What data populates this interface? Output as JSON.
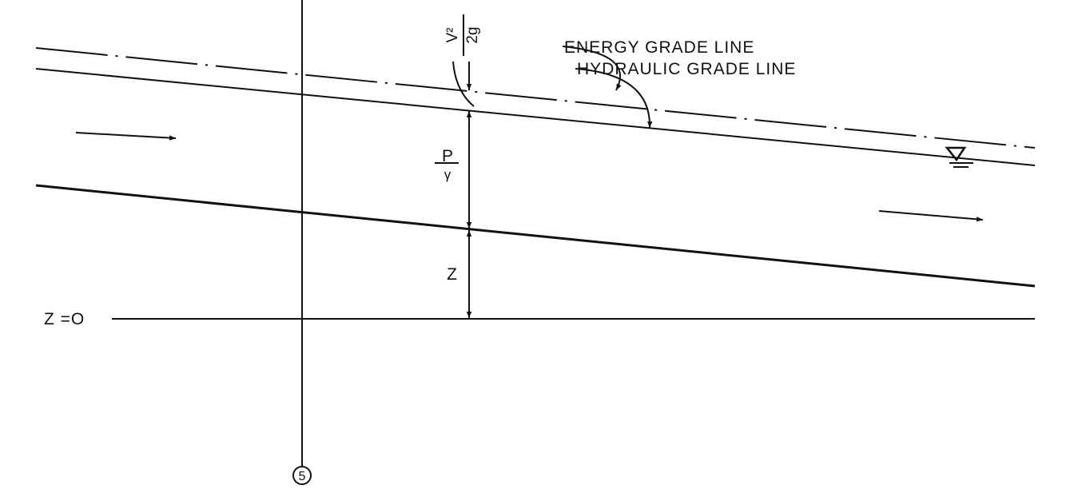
{
  "labels": {
    "energy_grade_line": "ENERGY GRADE LINE",
    "hydraulic_grade_line": "HYDRAULIC GRADE LINE",
    "velocity_head_num": "V²",
    "velocity_head_den": "2g",
    "pressure_head_num": "P",
    "pressure_head_den": "γ",
    "elevation_head": "Z",
    "datum": "Z =O",
    "section_number": "5"
  },
  "colors": {
    "ink": "#111111",
    "background": "#ffffff"
  }
}
